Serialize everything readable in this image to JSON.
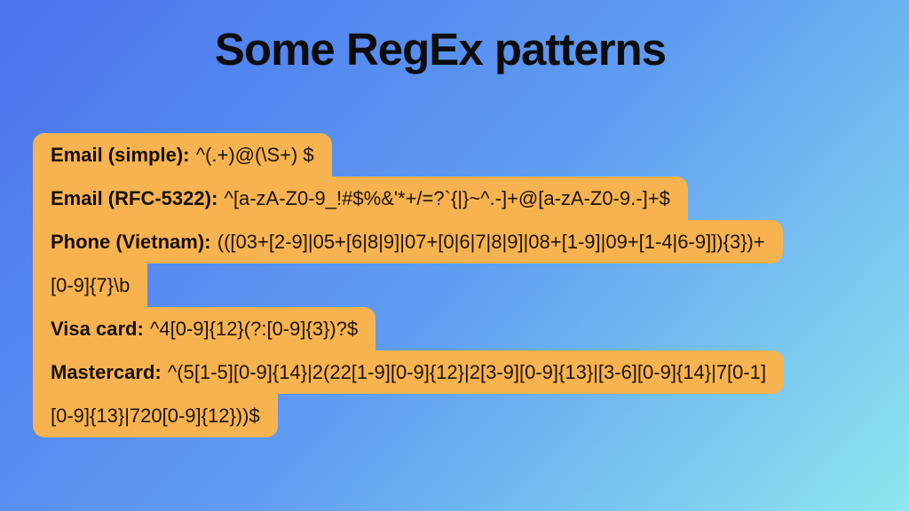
{
  "slide": {
    "title": "Some RegEx patterns",
    "highlight_color": "#f8b351",
    "background_gradient": [
      "#4a73ee",
      "#5f9df1",
      "#8ee6ee"
    ],
    "text_color": "#1d1306",
    "rows": [
      {
        "label": "Email (simple):",
        "code": "^(.+)@(\\S+) $"
      },
      {
        "label": "Email (RFC-5322):",
        "code": "^[a-zA-Z0-9_!#$%&'*+/=?`{|}~^.-]+@[a-zA-Z0-9.-]+$"
      },
      {
        "label": "Phone (Vietnam):",
        "code": "(([03+[2-9]|05+[6|8|9]|07+[0|6|7|8|9]|08+[1-9]|09+[1-4|6-9]]){3})+"
      },
      {
        "label": "",
        "code": "[0-9]{7}\\b"
      },
      {
        "label": "Visa card:",
        "code": "^4[0-9]{12}(?:[0-9]{3})?$"
      },
      {
        "label": "Mastercard:",
        "code": "^(5[1-5][0-9]{14}|2(22[1-9][0-9]{12}|2[3-9][0-9]{13}|[3-6][0-9]{14}|7[0-1]"
      },
      {
        "label": "",
        "code": "[0-9]{13}|720[0-9]{12}))$"
      }
    ]
  }
}
